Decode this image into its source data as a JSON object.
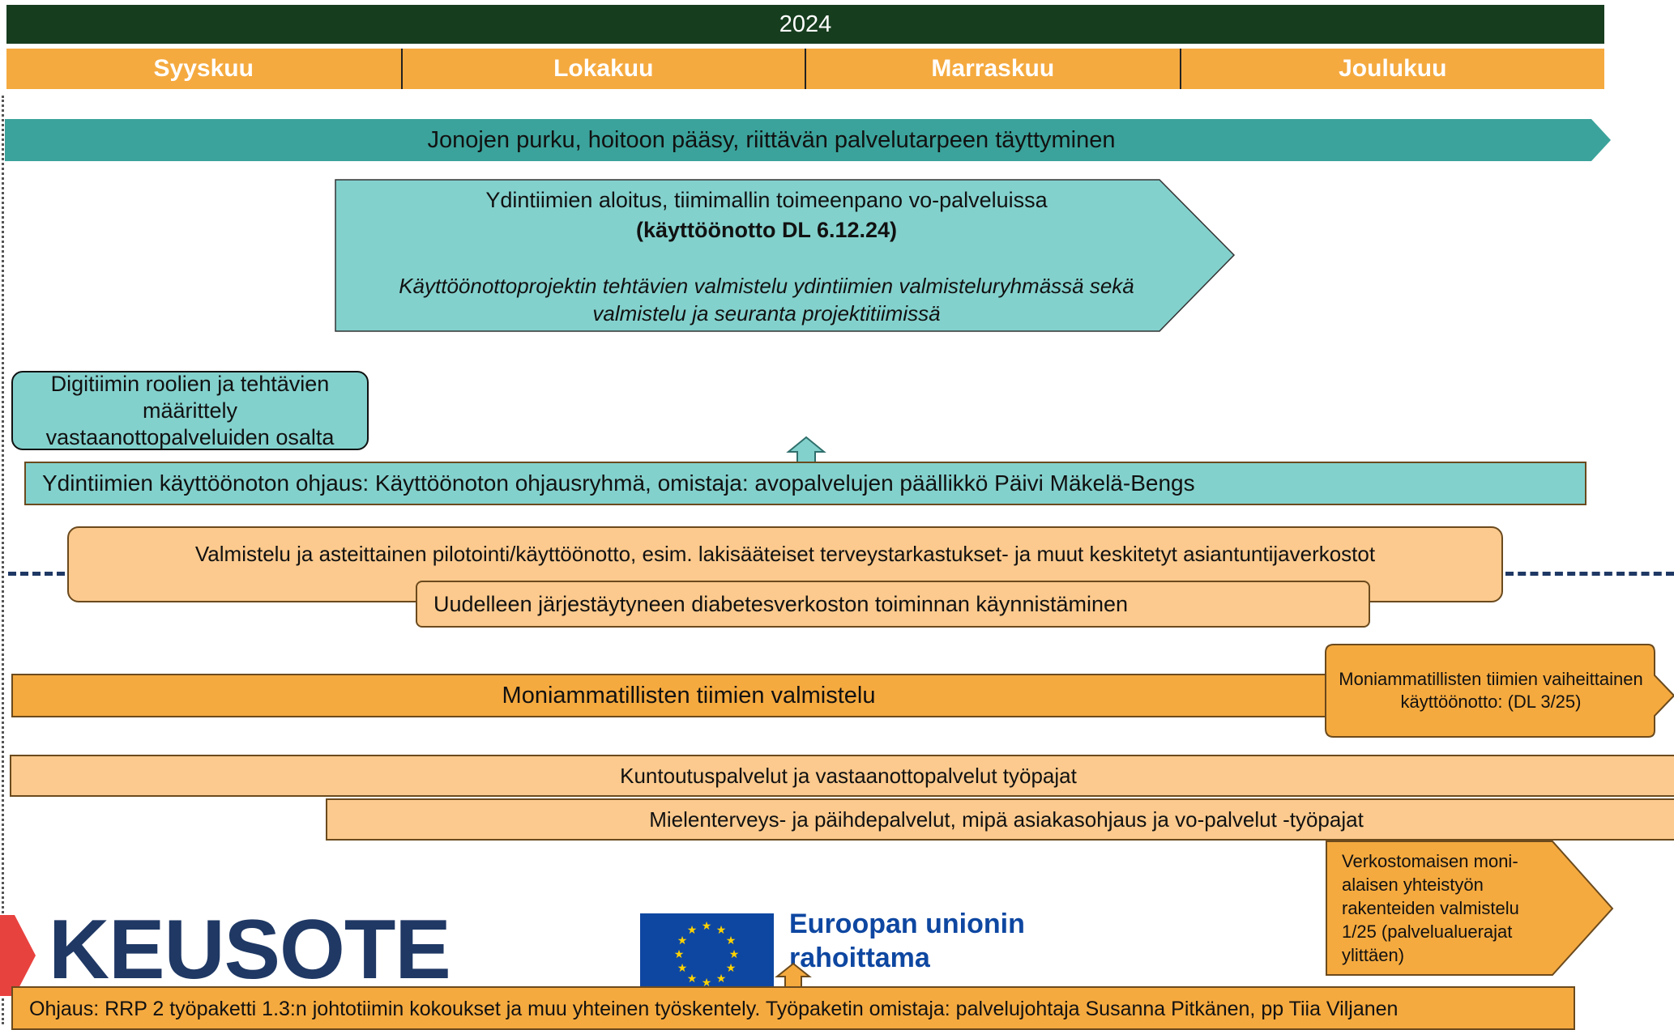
{
  "year": "2024",
  "months": [
    "Syyskuu",
    "Lokakuu",
    "Marraskuu",
    "Joulukuu"
  ],
  "banner": "Jonojen purku, hoitoon pääsy, riittävän palvelutarpeen täyttyminen",
  "ydin_arrow": {
    "line1": "Ydintiimien aloitus, tiimimallin toimeenpano vo-palveluissa",
    "line2": "(käyttöönotto DL 6.12.24)",
    "line3": "Käyttöönottoprojektin tehtävien valmistelu ydintiimien valmisteluryhmässä sekä",
    "line4": "valmistelu ja seuranta projektitiimissä"
  },
  "digitiimi": "Digitiimin roolien ja tehtävien määrittely vastaanottopalveluiden osalta",
  "ohjaus_ydin": "Ydintiimien käyttöönoton ohjaus: Käyttöönoton ohjausryhmä, omistaja: avopalvelujen päällikkö Päivi Mäkelä-Bengs",
  "valmistelu": "Valmistelu ja asteittainen pilotointi/käyttöönotto, esim. lakisääteiset terveystarkastukset- ja muut keskitetyt asiantuntijaverkostot",
  "diabetes": "Uudelleen järjestäytyneen diabetesverkoston toiminnan käynnistäminen",
  "moni_valmistelu": "Moniammatillisten tiimien valmistelu",
  "moni_kaytto": "Moniammatillisten tiimien vaiheittainen käyttöönotto: (DL 3/25)",
  "kuntoutus": "Kuntoutuspalvelut ja vastaanottopalvelut työpajat",
  "mielenterveys": "Mielenterveys- ja päihdepalvelut, mipä asiakasohjaus ja vo-palvelut -työpajat",
  "verkosto": {
    "l1": "Verkostomaisen moni-",
    "l2": "alaisen yhteistyön",
    "l3": "rakenteiden valmistelu",
    "l4": "1/25  (palvelualuerajat",
    "l5": "ylittäen)"
  },
  "logo_keusote": "KEUSOTE",
  "eu": {
    "line1": "Euroopan unionin",
    "line2": "rahoittama"
  },
  "ohjaus_rrp": "Ohjaus: RRP 2 työpaketti 1.3:n johtotiimin kokoukset ja muu yhteinen työskentely. Työpaketin omistaja: palvelujohtaja Susanna Pitkänen, pp Tiia Viljanen",
  "colors": {
    "dark_green": "#173d1f",
    "orange": "#f5aa3f",
    "banner_teal": "#3ba39b",
    "light_teal": "#83d1cd",
    "peach": "#fcca8e",
    "navy": "#1f3864",
    "keusote_red": "#e8423f",
    "eu_blue": "#0e47a1",
    "eu_star": "#ffd200"
  }
}
